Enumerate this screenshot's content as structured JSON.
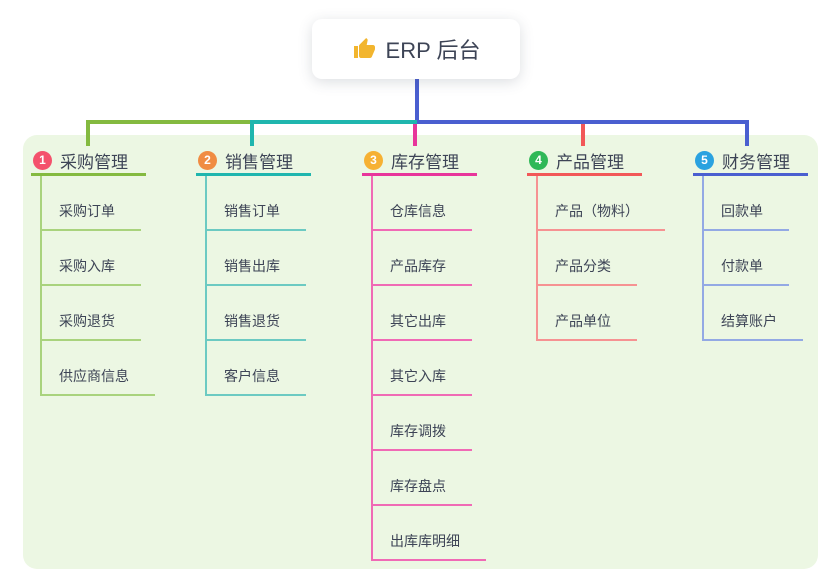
{
  "root": {
    "label": "ERP 后台",
    "icon": "thumbs-up-icon"
  },
  "branches": [
    {
      "index": "1",
      "label": "采购管理",
      "badge_color": "#f4516c",
      "line_color": "#84ba40",
      "child_line_color": "#a9d37d",
      "children": [
        "采购订单",
        "采购入库",
        "采购退货",
        "供应商信息"
      ]
    },
    {
      "index": "2",
      "label": "销售管理",
      "badge_color": "#f08c42",
      "line_color": "#1fb6ae",
      "child_line_color": "#6ccac2",
      "children": [
        "销售订单",
        "销售出库",
        "销售退货",
        "客户信息"
      ]
    },
    {
      "index": "3",
      "label": "库存管理",
      "badge_color": "#f6b133",
      "line_color": "#e8359b",
      "child_line_color": "#f06ab5",
      "children": [
        "仓库信息",
        "产品库存",
        "其它出库",
        "其它入库",
        "库存调拨",
        "库存盘点",
        "出库库明细"
      ]
    },
    {
      "index": "4",
      "label": "产品管理",
      "badge_color": "#2fb857",
      "line_color": "#f25858",
      "child_line_color": "#f69292",
      "children": [
        "产品（物料）",
        "产品分类",
        "产品单位"
      ]
    },
    {
      "index": "5",
      "label": "财务管理",
      "badge_color": "#2aa2e0",
      "line_color": "#4a5fd0",
      "child_line_color": "#93a9e4",
      "children": [
        "回款单",
        "付款单",
        "结算账户"
      ]
    }
  ],
  "colors": {
    "panel_bg": "#ecf7e3",
    "root_connector": "#4a5fd0",
    "thumb_icon": "#f2b52e",
    "text": "#3d4456"
  }
}
